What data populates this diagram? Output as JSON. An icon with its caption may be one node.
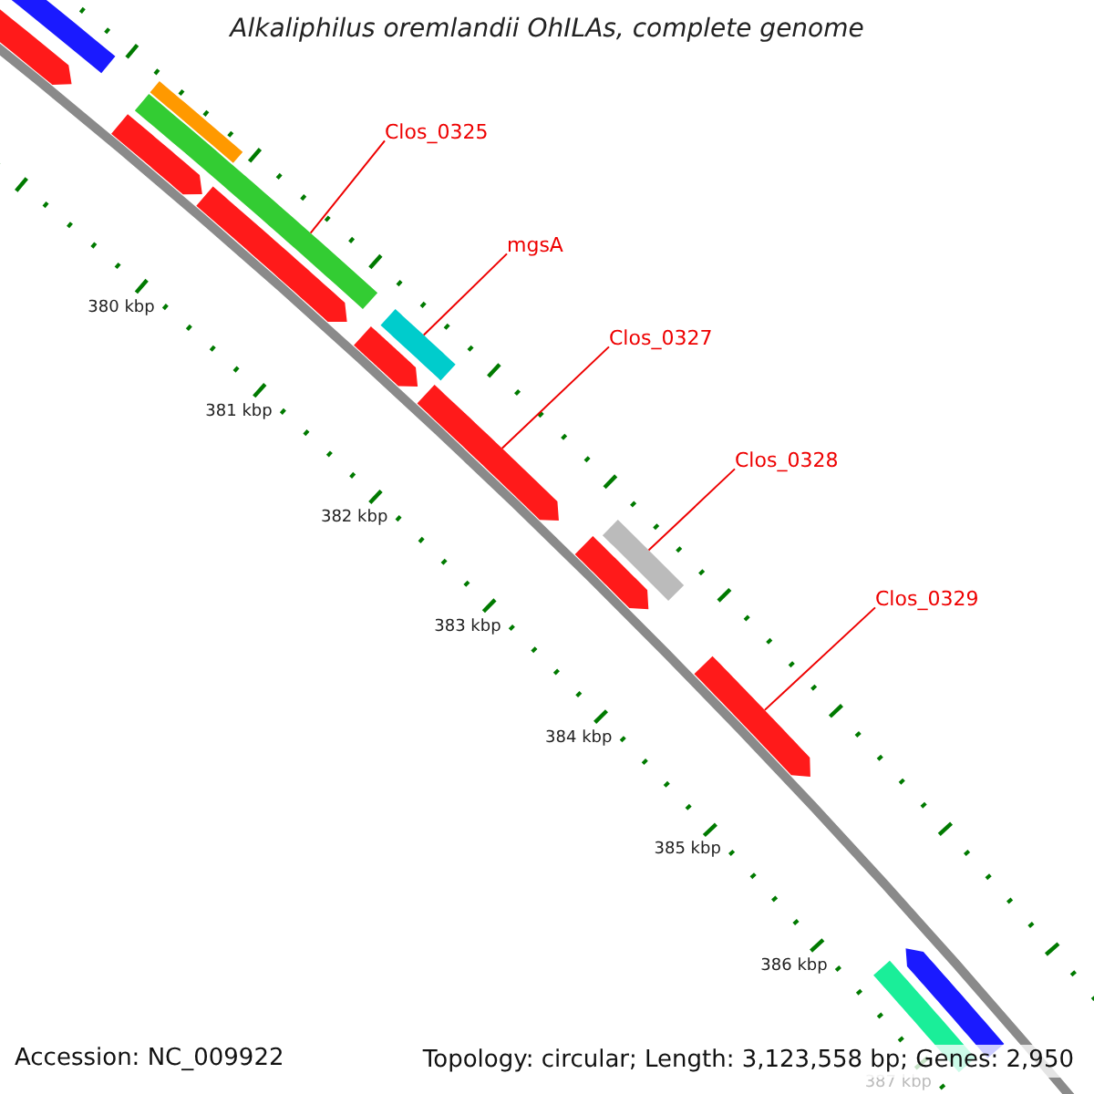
{
  "diagram": {
    "title": "Alkaliphilus oremlandii OhILAs, complete genome",
    "nodes": [
      {
        "text": [
          "Clos_0325"
        ]
      },
      {
        "text": [],
        "shape": "bar"
      },
      {
        "text": [
          "mgsA"
        ]
      },
      {
        "text": [],
        "shape": "bar"
      },
      {
        "text": [
          "Clos_0327"
        ]
      },
      {
        "text": [],
        "shape": "arrow"
      },
      {
        "text": [
          "Clos_0328"
        ]
      },
      {
        "text": [],
        "shape": "bar"
      },
      {
        "text": [
          "Clos_0329"
        ]
      },
      {
        "text": [],
        "shape": "arrow"
      },
      {
        "text": [],
        "shape": "arrow"
      },
      {
        "text": [],
        "shape": "arrow"
      },
      {
        "text": [],
        "shape": "bar"
      },
      {
        "text": [],
        "shape": "arrow"
      },
      {
        "text": [],
        "shape": "arrow"
      },
      {
        "text": [],
        "shape": "arrow"
      },
      {
        "text": [],
        "shape": "bar"
      }
    ],
    "edges": [
      {
        "from": 0,
        "to": 1,
        "arrow": "none"
      },
      {
        "from": 2,
        "to": 3,
        "arrow": "none"
      },
      {
        "from": 4,
        "to": 5,
        "arrow": "none"
      },
      {
        "from": 6,
        "to": 7,
        "arrow": "none"
      },
      {
        "from": 8,
        "to": 9,
        "arrow": "none"
      }
    ],
    "labels": [
      "380 kbp",
      "381 kbp",
      "382 kbp",
      "383 kbp",
      "384 kbp",
      "385 kbp",
      "386 kbp",
      "387 kbp",
      "Accession: NC_009922",
      "Topology: circular; Length: 3,123,558 bp; Genes: 2,950"
    ]
  }
}
